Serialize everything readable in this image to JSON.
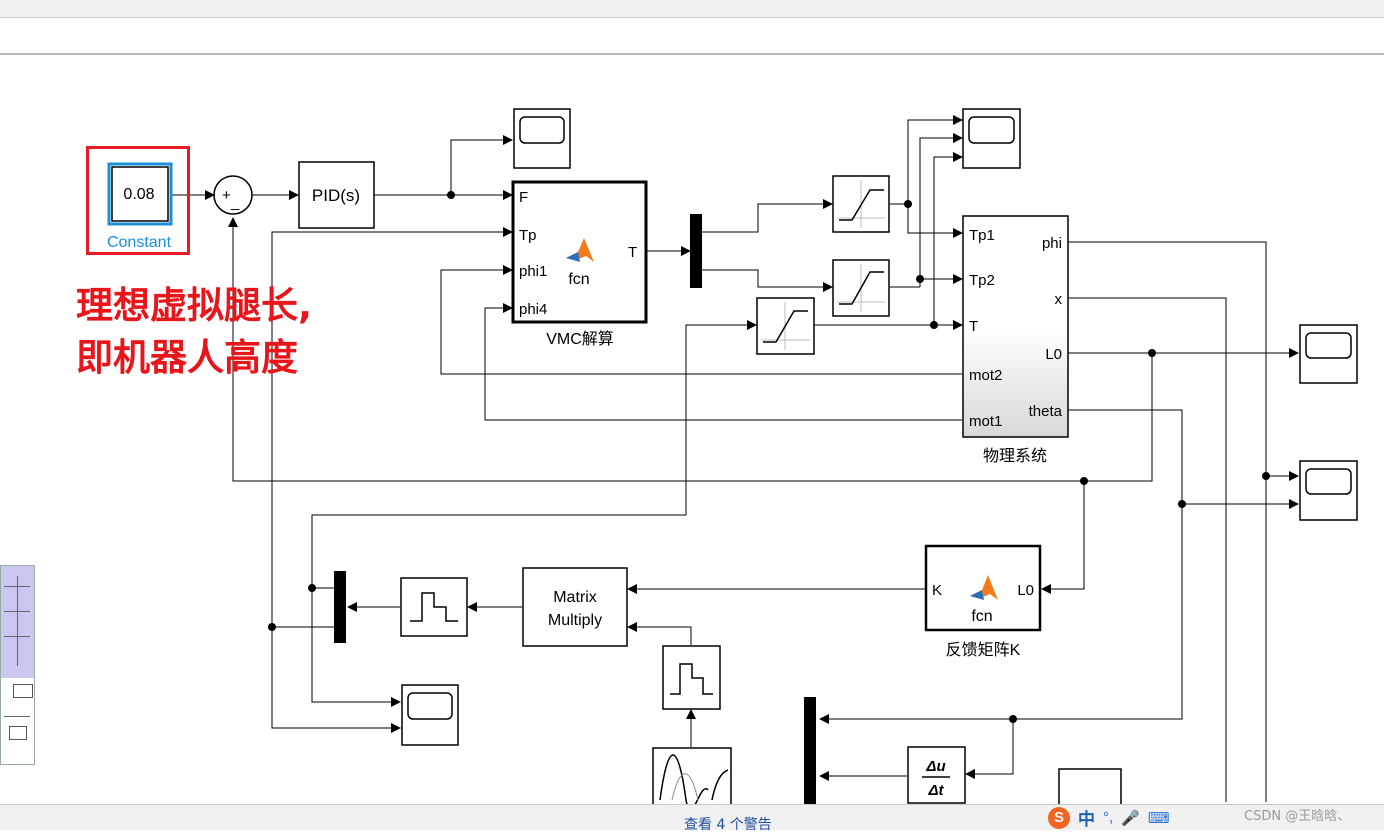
{
  "statusbar": {
    "warning": "查看 4 个警告",
    "ime_logo": "S",
    "ime_lang": "中",
    "ime_punct": "°,",
    "watermark": "CSDN @王晗晗、"
  },
  "annotation": {
    "text": "理想虚拟腿长,\n即机器人高度"
  },
  "blocks": {
    "constant": {
      "value": "0.08",
      "label": "Constant"
    },
    "sum": {
      "plus": "+",
      "minus": "_"
    },
    "pid": {
      "text": "PID(s)"
    },
    "vmc": {
      "name": "VMC解算",
      "inputs": [
        "F",
        "Tp",
        "phi1",
        "phi4"
      ],
      "output": "T",
      "fcn": "fcn"
    },
    "physics": {
      "name": "物理系统",
      "inputs": [
        "Tp1",
        "Tp2",
        "T",
        "mot2",
        "mot1"
      ],
      "outputs": [
        "phi",
        "x",
        "L0",
        "theta"
      ]
    },
    "matrix_multiply": {
      "line1": "Matrix",
      "line2": "Multiply"
    },
    "feedback_k": {
      "name": "反馈矩阵K",
      "input": "K",
      "output": "L0",
      "fcn": "fcn"
    },
    "derivative": {
      "num": "Δu",
      "den": "Δt"
    }
  },
  "colors": {
    "annotation_red": "#e8151b",
    "selection_red": "#e61c24",
    "constant_label_blue": "#1a8fd8",
    "status_text_blue": "#1f4e9c",
    "matlab_orange": "#f07d1a",
    "matlab_blue": "#2a6fb8"
  },
  "icons": [
    "matlab-logo-icon",
    "scope-icon",
    "saturation-icon",
    "zero-order-hold-icon",
    "mux-icon",
    "sine-source-icon",
    "sogou-ime-icon",
    "microphone-icon",
    "keyboard-icon"
  ]
}
